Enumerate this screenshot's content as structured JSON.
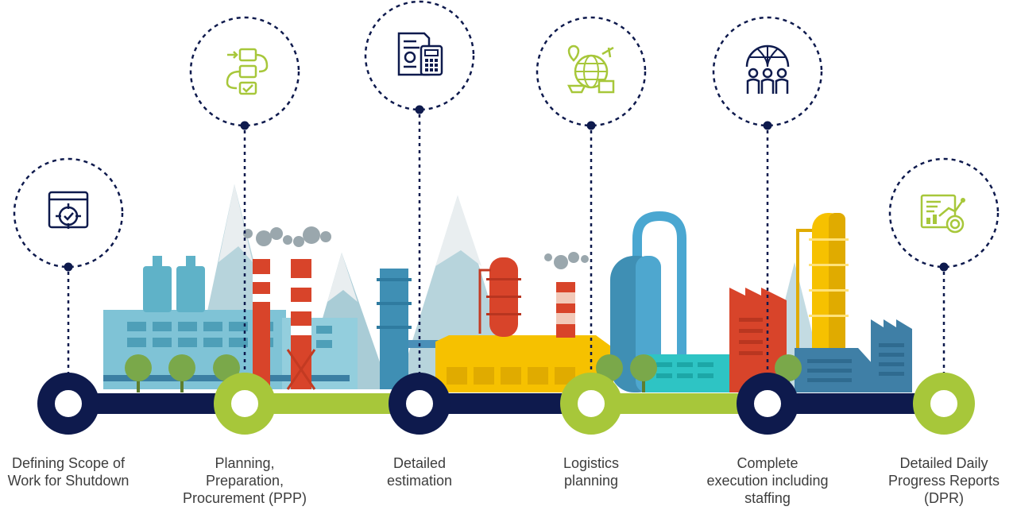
{
  "colors": {
    "navy": "#0e1a4d",
    "lime": "#a7c73a",
    "icon_navy": "#0e1a4d",
    "icon_lime": "#a7c73a",
    "sky_blue": "#7fc3d6",
    "steel_blue": "#4a8fb8",
    "red": "#d8442a",
    "yellow": "#f6c100",
    "mountain": "#b7d4dc",
    "snow": "#e9eef0",
    "tree_green": "#7aa84a"
  },
  "steps": [
    {
      "id": "scope",
      "lines": [
        "Defining Scope of",
        "Work for Shutdown"
      ],
      "icon": "scope-target-icon",
      "node_color": "navy",
      "icon_color": "navy"
    },
    {
      "id": "ppp",
      "lines": [
        "Planning,",
        "Preparation,",
        "Procurement (PPP)"
      ],
      "icon": "workflow-checklist-icon",
      "node_color": "lime",
      "icon_color": "lime"
    },
    {
      "id": "estimation",
      "lines": [
        "Detailed",
        "estimation"
      ],
      "icon": "calculator-document-icon",
      "node_color": "navy",
      "icon_color": "navy"
    },
    {
      "id": "logistics",
      "lines": [
        "Logistics",
        "planning"
      ],
      "icon": "globe-logistics-icon",
      "node_color": "lime",
      "icon_color": "lime"
    },
    {
      "id": "execution",
      "lines": [
        "Complete",
        "execution including",
        "staffing"
      ],
      "icon": "global-team-icon",
      "node_color": "navy",
      "icon_color": "navy"
    },
    {
      "id": "dpr",
      "lines": [
        "Detailed Daily",
        "Progress Reports",
        "(DPR)"
      ],
      "icon": "progress-report-icon",
      "node_color": "lime",
      "icon_color": "lime"
    }
  ]
}
